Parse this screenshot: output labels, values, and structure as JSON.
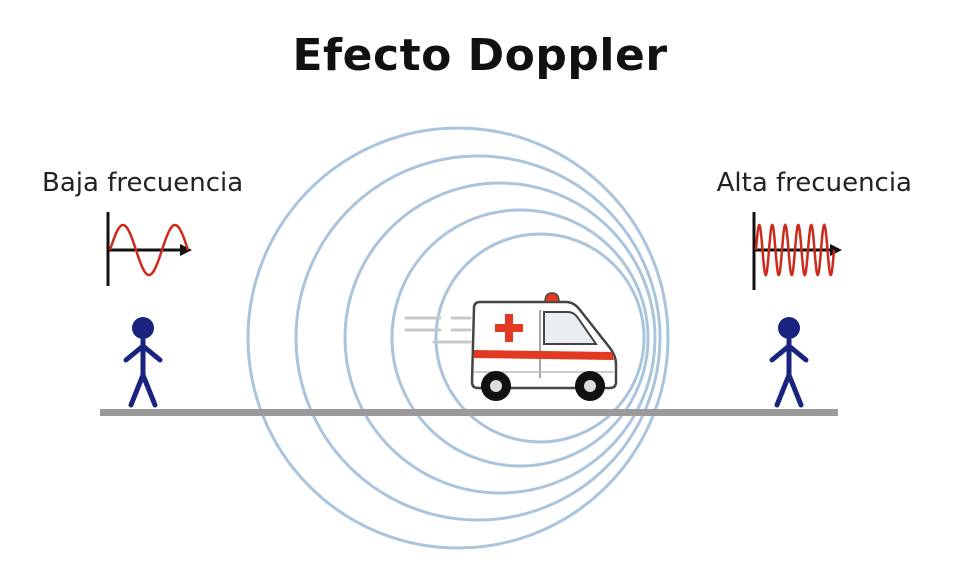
{
  "title": "Efecto Doppler",
  "left_label": "Baja frecuencia",
  "right_label": "Alta frecuencia",
  "colors": {
    "wave_rings": "#a9c4dc",
    "wave_signal": "#cc2a1a",
    "person": "#1a237e",
    "ground": "#999999",
    "ambulance_red": "#e23a22"
  },
  "icons": [
    "person-icon",
    "ambulance-icon",
    "sine-wave-icon"
  ]
}
